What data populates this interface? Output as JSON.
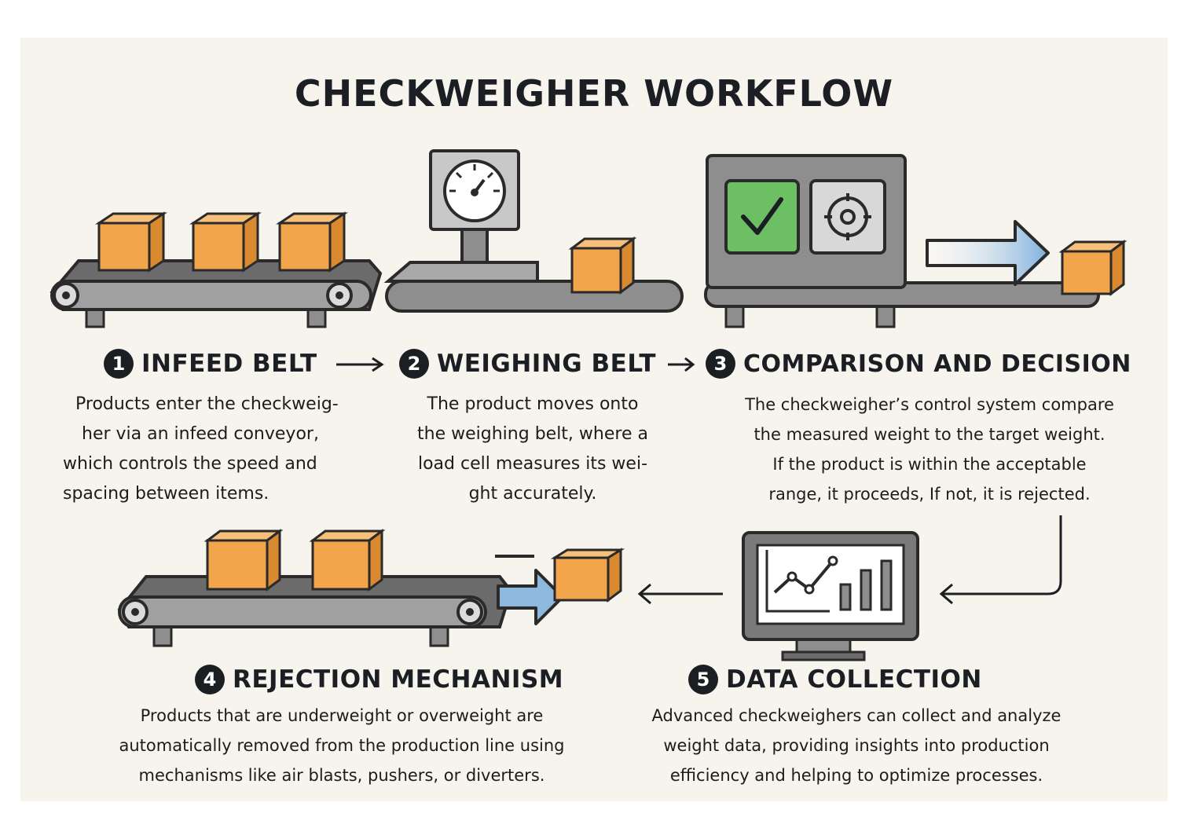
{
  "title": "CHECKWEIGHER WORKFLOW",
  "colors": {
    "box": "#f2a54a",
    "belt": "#8e8e8e",
    "outline": "#2a2a2a",
    "check": "#6cbf62",
    "arrow_blue": "#8fb8de",
    "panel": "#f7f4ee"
  },
  "steps": [
    {
      "number": "1",
      "title": "INFEED BELT",
      "description": [
        "Products enter the checkweig-",
        "her via an infeed conveyor,",
        "which controls the speed and",
        "spacing between items."
      ]
    },
    {
      "number": "2",
      "title": "WEIGHING BELT",
      "description": [
        "The product moves onto",
        "the weighing belt, where a",
        "load cell measures its wei-",
        "ght accurately."
      ]
    },
    {
      "number": "3",
      "title": "COMPARISON AND DECISION",
      "description": [
        "The checkweigher’s control system compare",
        "the measured weight to the target weight.",
        "If the product is within the acceptable",
        "range, it proceeds, If not, it is rejected."
      ]
    },
    {
      "number": "4",
      "title": "REJECTION MECHANISM",
      "description": [
        "Products that are underweight or overweight are",
        "automatically removed from the production line using",
        "mechanisms like air blasts, pushers, or diverters."
      ]
    },
    {
      "number": "5",
      "title": "DATA COLLECTION",
      "description": [
        "Advanced checkweighers can collect and analyze",
        "weight data, providing insights into production",
        "efficiency and helping to optimize processes."
      ]
    }
  ],
  "icons": {
    "step1": "conveyor-boxes-icon",
    "step2": "scale-gauge-icon",
    "step3": "check-and-target-icon",
    "step4": "reject-conveyor-icon",
    "step5": "monitor-chart-icon"
  }
}
